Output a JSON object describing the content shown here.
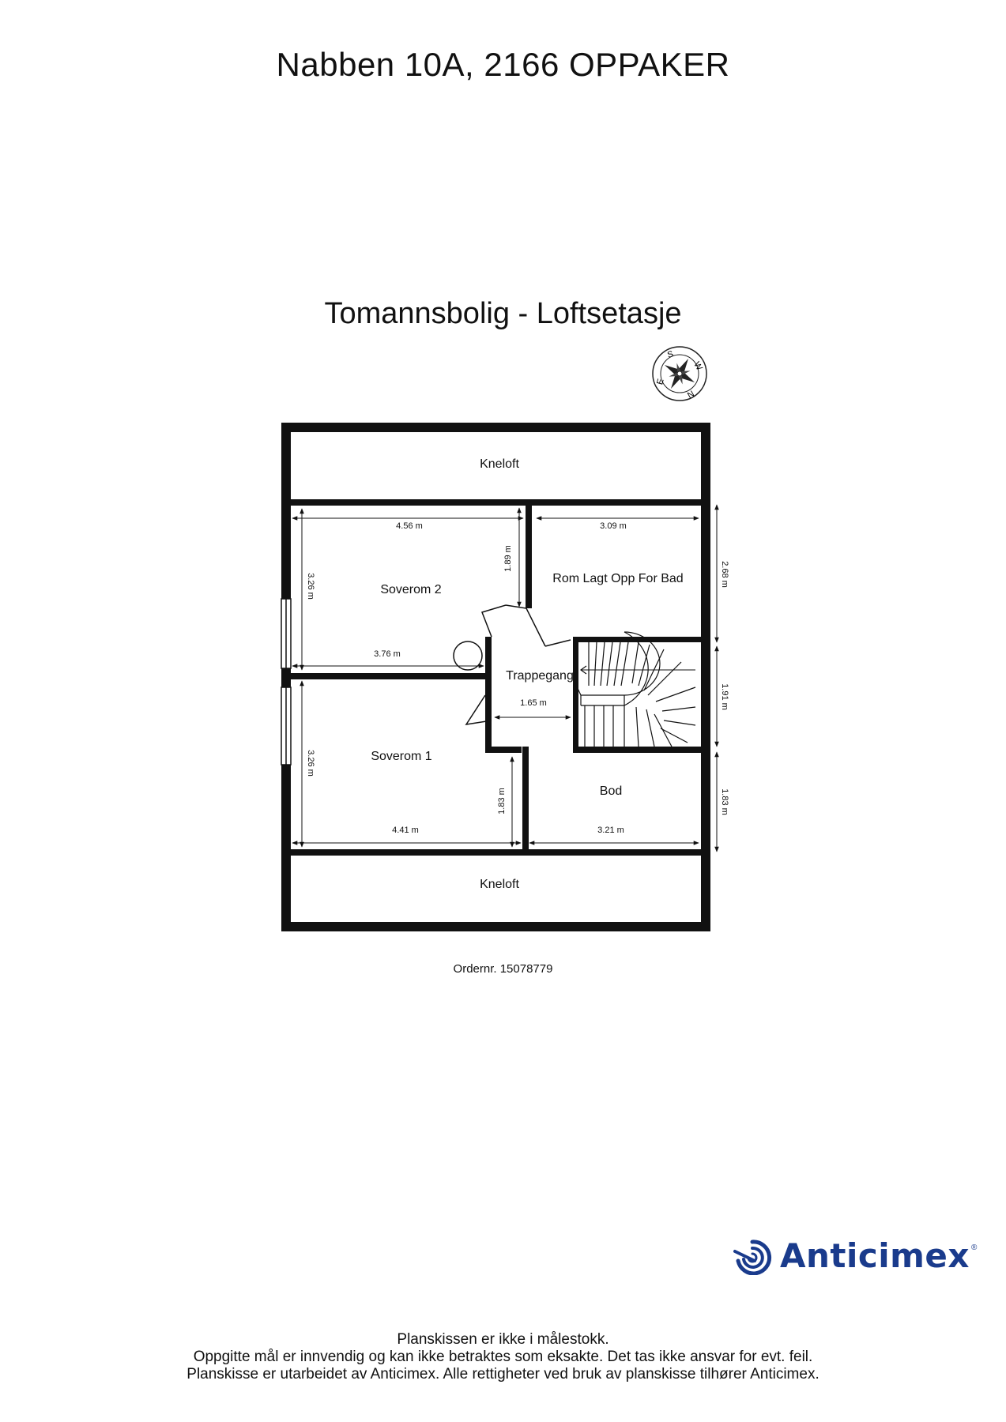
{
  "address": "Nabben 10A, 2166 OPPAKER",
  "plan_title": "Tomannsbolig  - Loftsetasje",
  "compass": {
    "letters": [
      "S",
      "W",
      "N",
      "E"
    ]
  },
  "rooms": {
    "kneloft_top": "Kneloft",
    "soverom2": "Soverom 2",
    "rom_bad": "Rom Lagt Opp For Bad",
    "trappegang": "Trappegang",
    "soverom1": "Soverom 1",
    "bod": "Bod",
    "kneloft_bottom": "Kneloft"
  },
  "dimensions": {
    "soverom2_width": "4.56 m",
    "soverom2_closet_depth": "1.89 m",
    "soverom2_height": "3.26 m",
    "soverom2_lower_width": "3.76 m",
    "bad_width": "3.09 m",
    "bad_height": "2.68 m",
    "trappegang_width": "1.65 m",
    "stair_height": "1.91 m",
    "soverom1_height": "3.26 m",
    "soverom1_closet_depth": "1.83 m",
    "soverom1_width": "4.41 m",
    "bod_width": "3.21 m",
    "bod_height": "1.83 m"
  },
  "order": "Ordernr. 15078779",
  "logo": {
    "name": "Anticimex",
    "reg": "®"
  },
  "disclaimer": [
    "Planskissen er ikke i målestokk.",
    "Oppgitte mål er innvendig og kan ikke betraktes som eksakte. Det tas ikke ansvar for evt. feil.",
    "Planskisse er utarbeidet av Anticimex. Alle rettigheter ved bruk av planskisse tilhører Anticimex."
  ]
}
